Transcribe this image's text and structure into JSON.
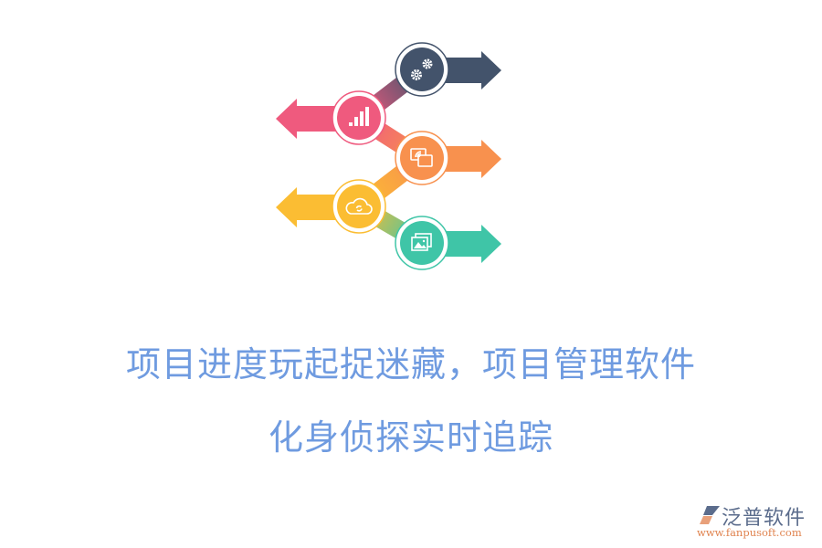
{
  "diagram": {
    "steps": [
      {
        "id": 1,
        "icon": "gear-icon",
        "direction": "right",
        "color": "#43536b"
      },
      {
        "id": 2,
        "icon": "bar-chart-icon",
        "direction": "left",
        "color": "#ef5a7e"
      },
      {
        "id": 3,
        "icon": "screen-cast-icon",
        "direction": "right",
        "color": "#f8914e"
      },
      {
        "id": 4,
        "icon": "cloud-sync-icon",
        "direction": "left",
        "color": "#fbbd33"
      },
      {
        "id": 5,
        "icon": "image-gallery-icon",
        "direction": "right",
        "color": "#3fc5a7"
      }
    ]
  },
  "title": {
    "line1": "项目进度玩起捉迷藏，项目管理软件",
    "line2": "化身侦探实时追踪",
    "color": "#6f9be0"
  },
  "logo": {
    "name": "泛普软件",
    "url": "www.fanpusoft.com"
  }
}
